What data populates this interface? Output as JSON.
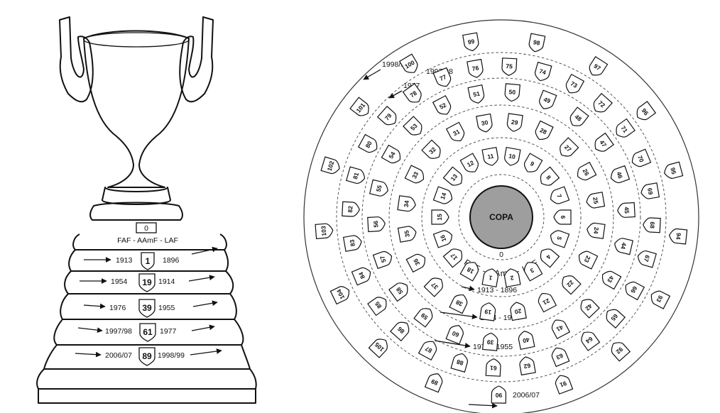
{
  "trophy": {
    "plaque_number": "0",
    "association_label": "FAF - AAmF - LAF",
    "tiers": [
      {
        "left_label": "1913",
        "shield": "1",
        "right_label": "1896"
      },
      {
        "left_label": "1954",
        "shield": "19",
        "right_label": "1914"
      },
      {
        "left_label": "1976",
        "shield": "39",
        "right_label": "1955"
      },
      {
        "left_label": "1997/98",
        "shield": "61",
        "right_label": "1977"
      },
      {
        "left_label": "2006/07",
        "shield": "89",
        "right_label": "1998/99"
      }
    ]
  },
  "base": {
    "center_label": "COPA",
    "center_number": "0",
    "arc_label": "FAF - AAmF - LAF",
    "ring_labels": {
      "r1": "1913 - 1896",
      "r2": "1954 - 1914",
      "r3": "1976 - 1955",
      "r4_a": "1977",
      "r4_b": "1997/98",
      "r5_a": "1998/99",
      "r5_b": "2006/07"
    },
    "shields": [
      "1",
      "2",
      "3",
      "4",
      "5",
      "6",
      "7",
      "8",
      "9",
      "10",
      "11",
      "12",
      "13",
      "14",
      "15",
      "16",
      "17",
      "18",
      "19",
      "20",
      "21",
      "22",
      "23",
      "24",
      "25",
      "26",
      "27",
      "28",
      "29",
      "30",
      "31",
      "32",
      "33",
      "34",
      "35",
      "36",
      "37",
      "38",
      "39",
      "40",
      "41",
      "42",
      "43",
      "44",
      "45",
      "46",
      "47",
      "48",
      "49",
      "50",
      "51",
      "52",
      "53",
      "54",
      "55",
      "56",
      "57",
      "58",
      "59",
      "60",
      "61",
      "62",
      "63",
      "64",
      "65",
      "66",
      "67",
      "68",
      "69",
      "70",
      "71",
      "72",
      "73",
      "74",
      "75",
      "76",
      "77",
      "78",
      "79",
      "80",
      "81",
      "82",
      "83",
      "84",
      "85",
      "86",
      "87",
      "88",
      "89",
      "90",
      "91",
      "92",
      "93",
      "94",
      "95",
      "96",
      "97",
      "98",
      "99",
      "100",
      "101",
      "102",
      "103",
      "104",
      "105"
    ]
  }
}
